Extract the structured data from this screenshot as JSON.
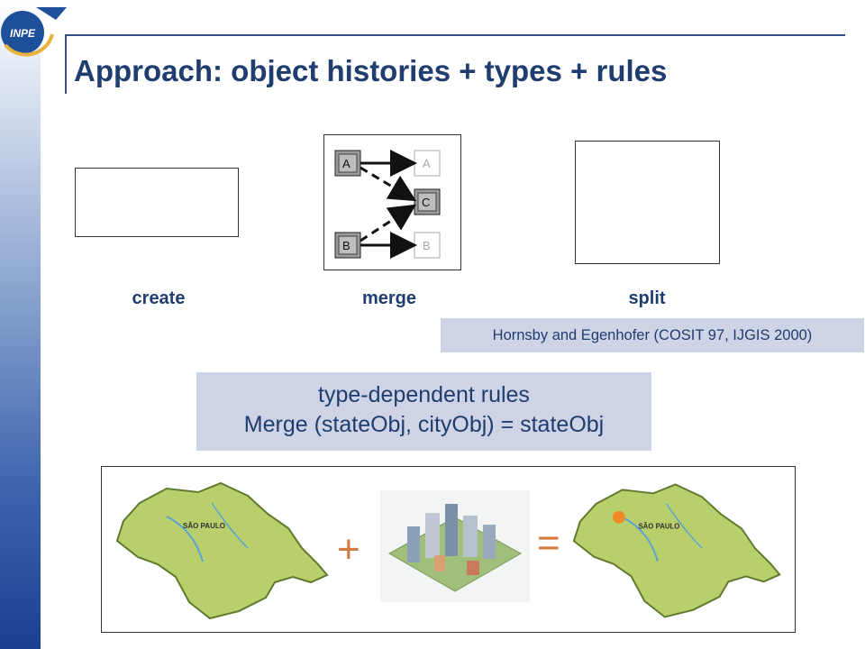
{
  "slide": {
    "title": "Approach: object histories + types + rules",
    "logo_text": "INPE"
  },
  "operations": {
    "create": "create",
    "merge": "merge",
    "split": "split"
  },
  "merge_diagram": {
    "left_top": "A",
    "left_bottom": "B",
    "right_top": "A",
    "right_middle": "C",
    "right_bottom": "B"
  },
  "citation": "Hornsby and Egenhofer (COSIT 97, IJGIS 2000)",
  "rules": {
    "heading": "type-dependent rules",
    "formula": "Merge (stateObj, cityObj) = stateObj"
  },
  "illustration": {
    "plus": "+",
    "equals": "=",
    "map_label": "SÃO PAULO",
    "colors": {
      "map_fill": "#b9cf6b",
      "marker": "#f08a24"
    }
  }
}
